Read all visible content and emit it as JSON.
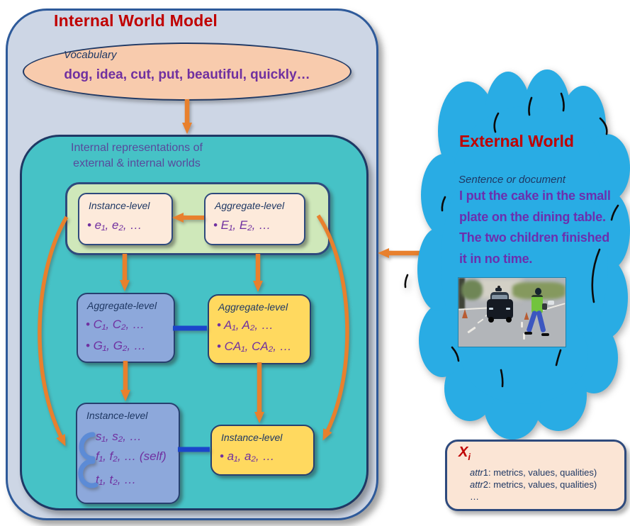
{
  "colors": {
    "accent_orange": "#e8802d",
    "connector_blue": "#1b45cb",
    "cloud_blue": "#29ace4",
    "title_red": "#c00000",
    "item_purple": "#7030a0",
    "label_navy": "#1f3864",
    "teal_fill": "#46c2c6"
  },
  "internal_world": {
    "title": "Internal World Model",
    "vocabulary": {
      "label": "Vocabulary",
      "words": "dog, idea, cut, put, beautiful, quickly…"
    },
    "representations": {
      "caption_line1": "Internal representations of",
      "caption_line2": "external & internal worlds",
      "entity_instance": {
        "label": "Instance-level",
        "item": "• e₁, e₂, …"
      },
      "entity_aggregate": {
        "label": "Aggregate-level",
        "item": "• E₁, E₂, …"
      },
      "concept_aggregate": {
        "label": "Aggregate-level",
        "items": [
          "• C₁, C₂, …",
          "• G₁, G₂, …"
        ]
      },
      "attribute_aggregate": {
        "label": "Aggregate-level",
        "items": [
          "• A₁, A₂, …",
          "• CA₁, CA₂, …"
        ]
      },
      "self_instance": {
        "label": "Instance-level",
        "items": [
          "s₁, s₂, …",
          "f₁, f₂, … (self)",
          "t₁, t₂, …"
        ]
      },
      "attribute_instance": {
        "label": "Instance-level",
        "item": "• a₁, a₂, …"
      }
    }
  },
  "external_world": {
    "title": "External World",
    "caption": "Sentence or document",
    "sentence_lines": [
      "I put the cake in the small",
      "plate on the dining table.",
      "The two children finished",
      "it in no time."
    ]
  },
  "attribute_note": {
    "title_main": "X",
    "title_sub": "i",
    "lines": [
      {
        "prefix": "attr",
        "rest": "1: metrics, values, qualities)"
      },
      {
        "prefix": "attr",
        "rest": "2: metrics, values, qualities)"
      }
    ],
    "ellipsis": "…"
  }
}
